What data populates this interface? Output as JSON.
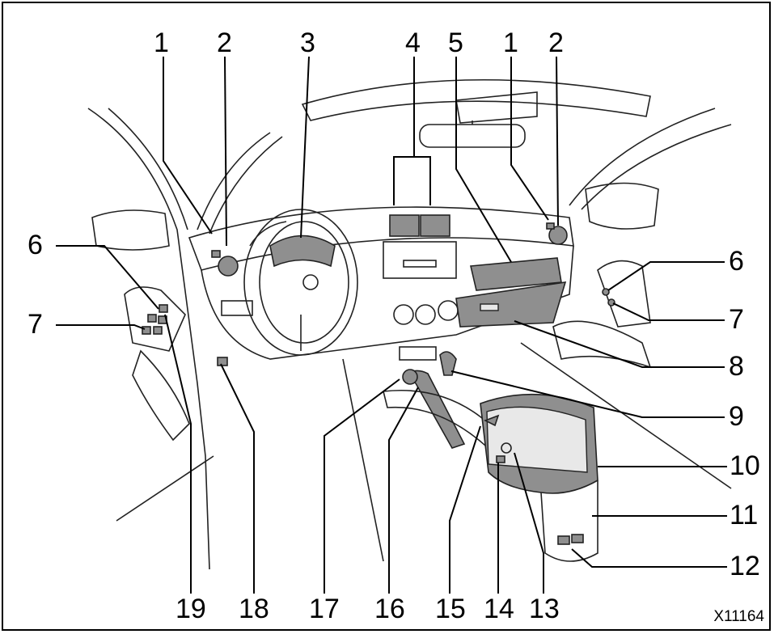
{
  "figure_code": "X11164",
  "callouts": {
    "c1": "1",
    "c2": "2",
    "c3": "3",
    "c4": "4",
    "c5": "5",
    "c1b": "1",
    "c2b": "2",
    "c6": "6",
    "c7": "7",
    "c6b": "6",
    "c7b": "7",
    "c8": "8",
    "c9": "9",
    "c10": "10",
    "c11": "11",
    "c12": "12",
    "c13": "13",
    "c14": "14",
    "c15": "15",
    "c16": "16",
    "c17": "17",
    "c18": "18",
    "c19": "19"
  },
  "colors": {
    "stroke": "#222222",
    "shade": "#8f8f8f",
    "background": "#ffffff"
  }
}
